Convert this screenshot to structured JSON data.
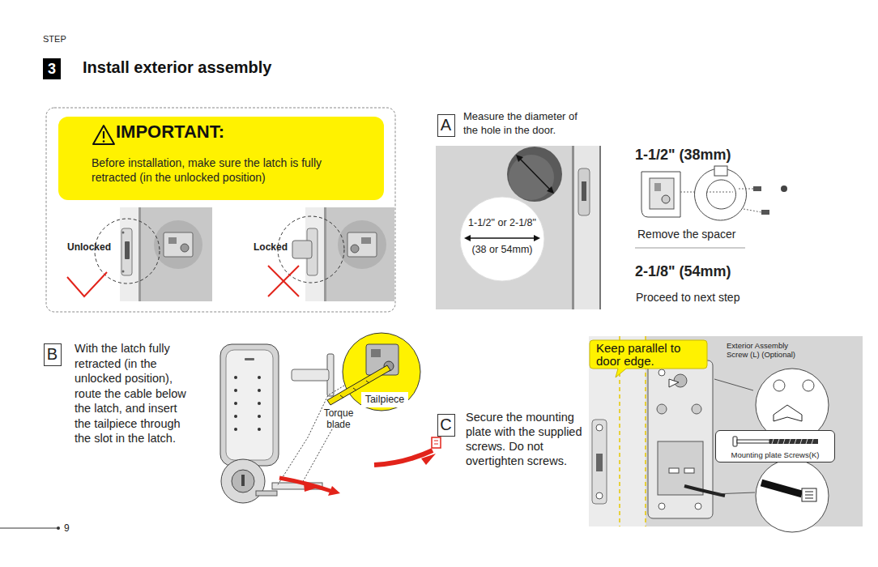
{
  "diagram": {
    "title": "Install exterior assembly",
    "nodes": [
      {
        "text": [
          "3"
        ]
      },
      {
        "text": [
          "IMPORTANT:",
          "Before installation, make sure the latch is fully retracted (in the unlocked position)"
        ]
      },
      {
        "text": [
          "A"
        ]
      },
      {
        "text": [
          "1-1/2\" or 2-1/8\"",
          "(38 or 54mm)"
        ]
      },
      {
        "text": [
          "B"
        ]
      },
      {
        "text": [
          "C"
        ]
      },
      {
        "text": [
          "Keep parallel to door edge."
        ]
      },
      {
        "text": [
          "Mounting plate Screws(K)"
        ]
      }
    ],
    "labels": [
      "STEP",
      "Unlocked",
      "Locked",
      "Measure the diameter of the hole in the door.",
      "1-1/2\" (38mm)",
      "Remove the spacer",
      "2-1/8\" (54mm)",
      "Proceed to next step",
      "With the latch fully retracted (in the unlocked position), route the cable below the latch, and insert the tailpiece through the slot in the latch.",
      "Tailpiece",
      "Torque blade",
      "Secure the mounting plate with the supplied screws. Do not overtighten screws.",
      "Exterior Assembly Screw (L) (Optional)",
      "9"
    ]
  }
}
